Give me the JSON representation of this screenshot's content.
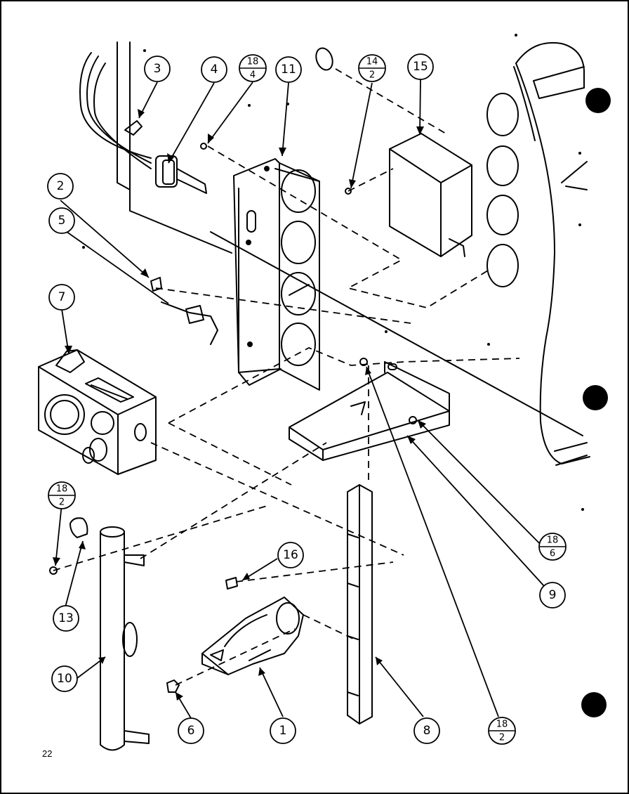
{
  "page_number": "22",
  "callouts": [
    {
      "id": "c3",
      "label": "3"
    },
    {
      "id": "c4",
      "label": "4"
    },
    {
      "id": "c11",
      "label": "11"
    },
    {
      "id": "c15",
      "label": "15"
    },
    {
      "id": "c2",
      "label": "2"
    },
    {
      "id": "c5",
      "label": "5"
    },
    {
      "id": "c7",
      "label": "7"
    },
    {
      "id": "c16",
      "label": "16"
    },
    {
      "id": "c13",
      "label": "13"
    },
    {
      "id": "c10",
      "label": "10"
    },
    {
      "id": "c6",
      "label": "6"
    },
    {
      "id": "c1",
      "label": "1"
    },
    {
      "id": "c8",
      "label": "8"
    },
    {
      "id": "c9",
      "label": "9"
    }
  ],
  "fraction_callouts": [
    {
      "id": "f18_4",
      "top": "18",
      "bottom": "4"
    },
    {
      "id": "f14_2",
      "top": "14",
      "bottom": "2"
    },
    {
      "id": "f18_2a",
      "top": "18",
      "bottom": "2"
    },
    {
      "id": "f18_6",
      "top": "18",
      "bottom": "6"
    },
    {
      "id": "f18_2b",
      "top": "18",
      "bottom": "2"
    }
  ]
}
